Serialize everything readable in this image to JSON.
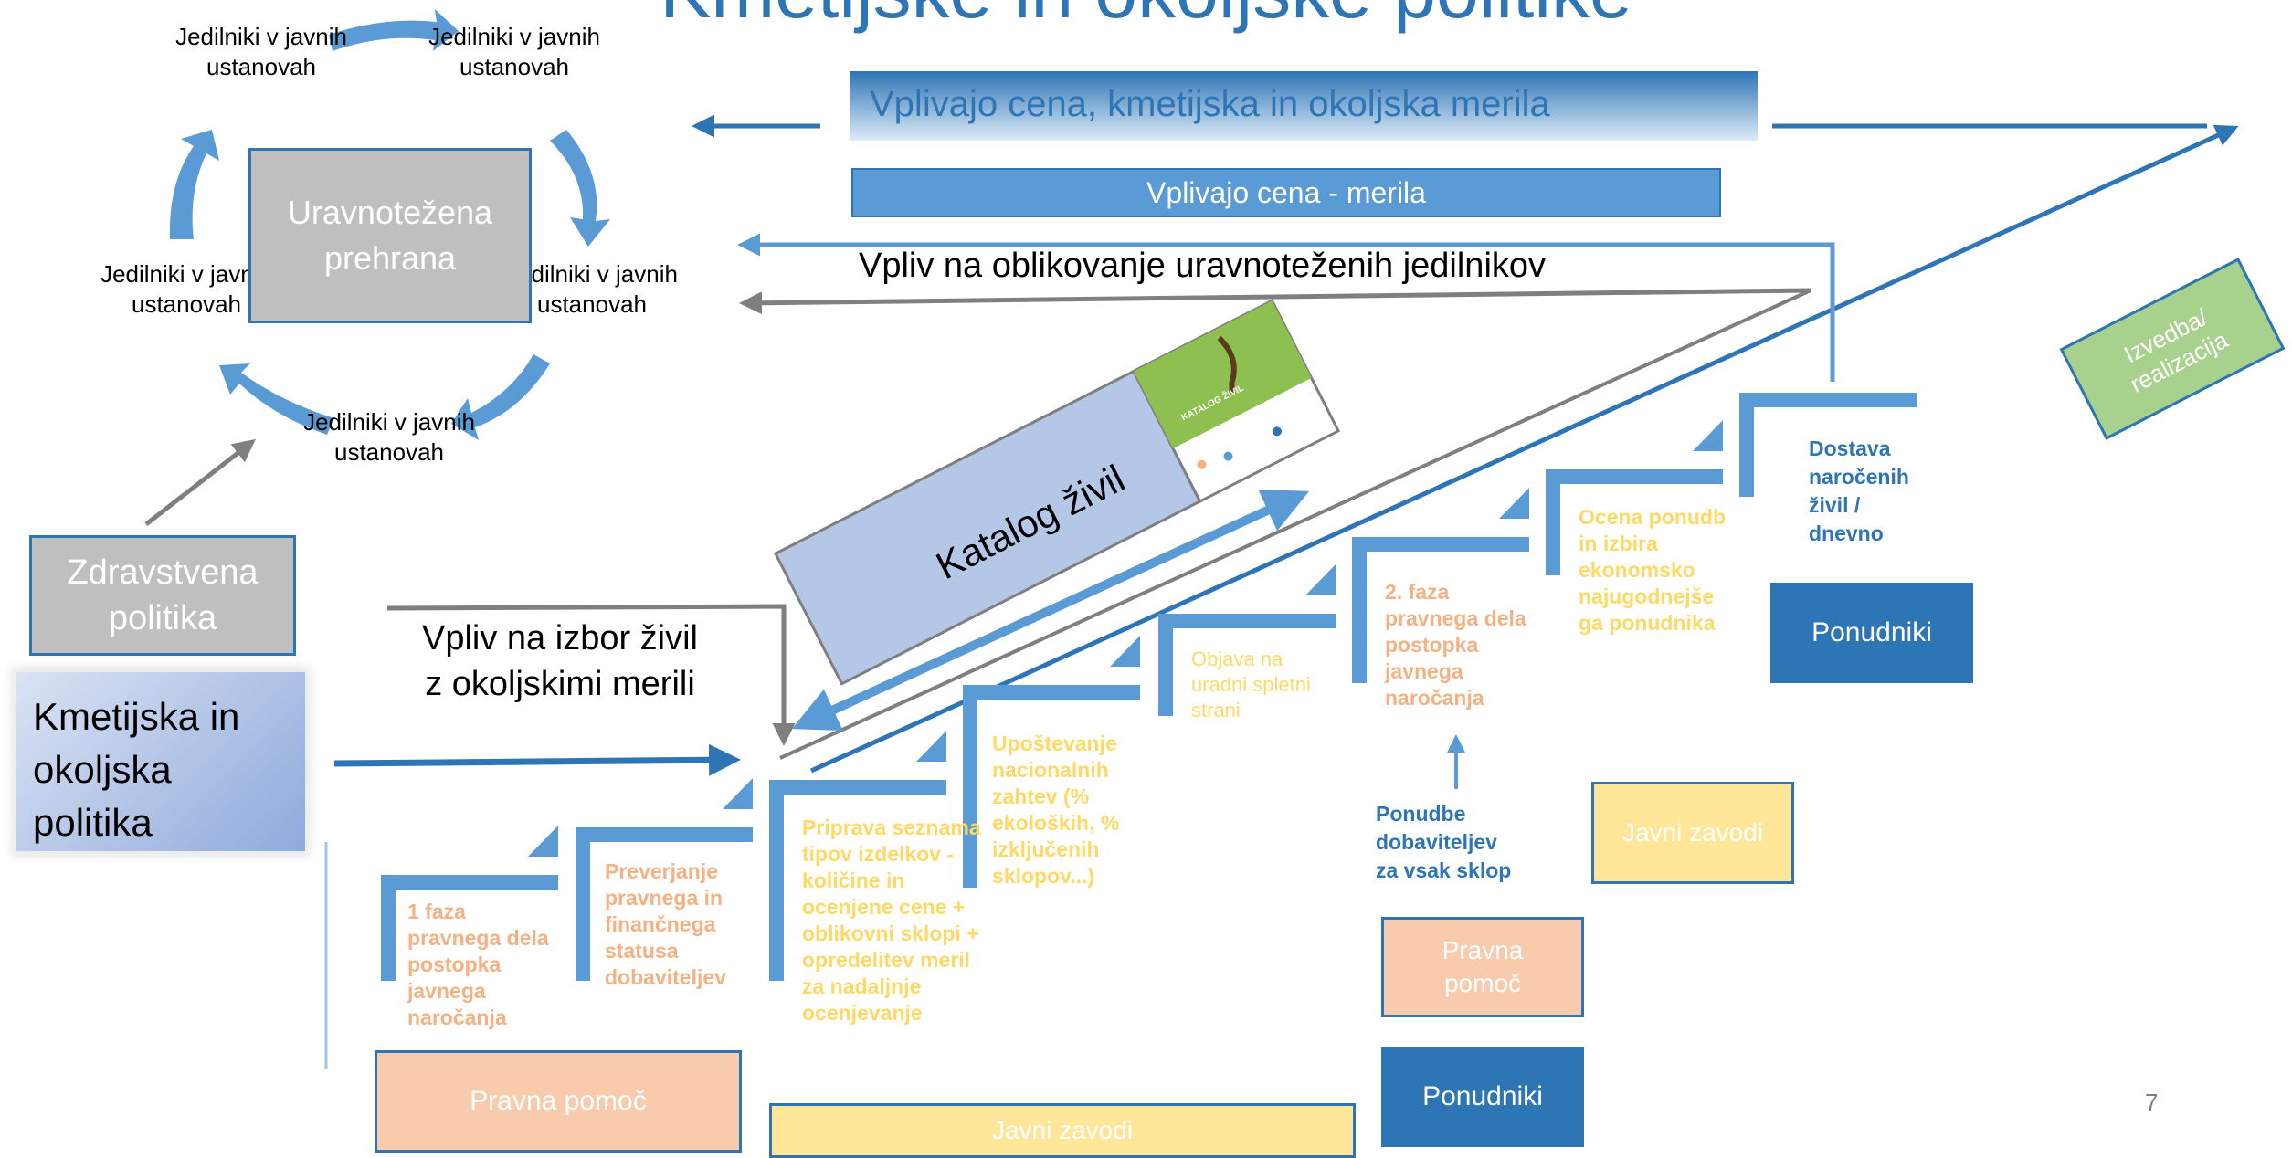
{
  "slide": {
    "title": "Kmetijske in okoljske politike",
    "page_number": "7"
  },
  "cycle": {
    "center": "Uravnotežena prehrana",
    "label_1": "Jedilniki v javnih ustanovah",
    "label_2": "Jedilniki v javnih ustanovah",
    "label_3": "Jedilniki v javnih ustanovah",
    "label_4": "Jedilniki v javnih ustanovah",
    "label_5": "Jedilniki v javnih ustanovah"
  },
  "policies": {
    "health": "Zdravstvena politika",
    "agri": "Kmetijska in okoljska politika"
  },
  "banners": {
    "price_agri_env": "Vplivajo cena, kmetijska in okoljska merila",
    "price_criteria": "Vplivajo cena - merila"
  },
  "influence": {
    "menus": "Vpliv na oblikovanje uravnoteženih jedilnikov",
    "food_choice": "Vpliv na izbor živil z okoljskimi merili"
  },
  "catalog": {
    "label": "Katalog živil",
    "thumb_title": "KATALOG ŽIVIL"
  },
  "steps": {
    "s1": "1 faza pravnega dela postopka javnega naročanja",
    "s2": "Preverjanje pravnega in finančnega statusa dobaviteljev",
    "s3": "Priprava seznama tipov izdelkov - količine in ocenjene cene + oblikovni sklopi + opredelitev meril za nadaljnje ocenjevanje",
    "s4": "Upoštevanje nacionalnih zahtev (% ekoloških, % izključenih sklopov...)",
    "s5": "Objava na uradni spletni strani",
    "s6": "2. faza pravnega dela postopka javnega naročanja",
    "s7": "Ocena ponudb in izbira ekonomsko najugodnejše ga ponudnika",
    "s8": "Dostava naročenih živil / dnevno"
  },
  "offers_label": "Ponudbe dobaviteljev za vsak sklop",
  "actors": {
    "legal_aid_1": "Pravna pomoč",
    "legal_aid_2": "Pravna pomoč",
    "public_1": "Javni zavodi",
    "public_2": "Javni zavodi",
    "bidders_1": "Ponudniki",
    "bidders_2": "Ponudniki"
  },
  "execution": "Izvedba/ realizacija",
  "colors": {
    "title_blue": "#2e75b6",
    "step_blue": "#5b9bd5",
    "dark_blue": "#2e75b6",
    "grey": "#bfbfbf",
    "orange_box": "#f8cbad",
    "yellow_box": "#ffe699",
    "green_box": "#a9d18e",
    "catalog_box": "#b4c7e7"
  }
}
